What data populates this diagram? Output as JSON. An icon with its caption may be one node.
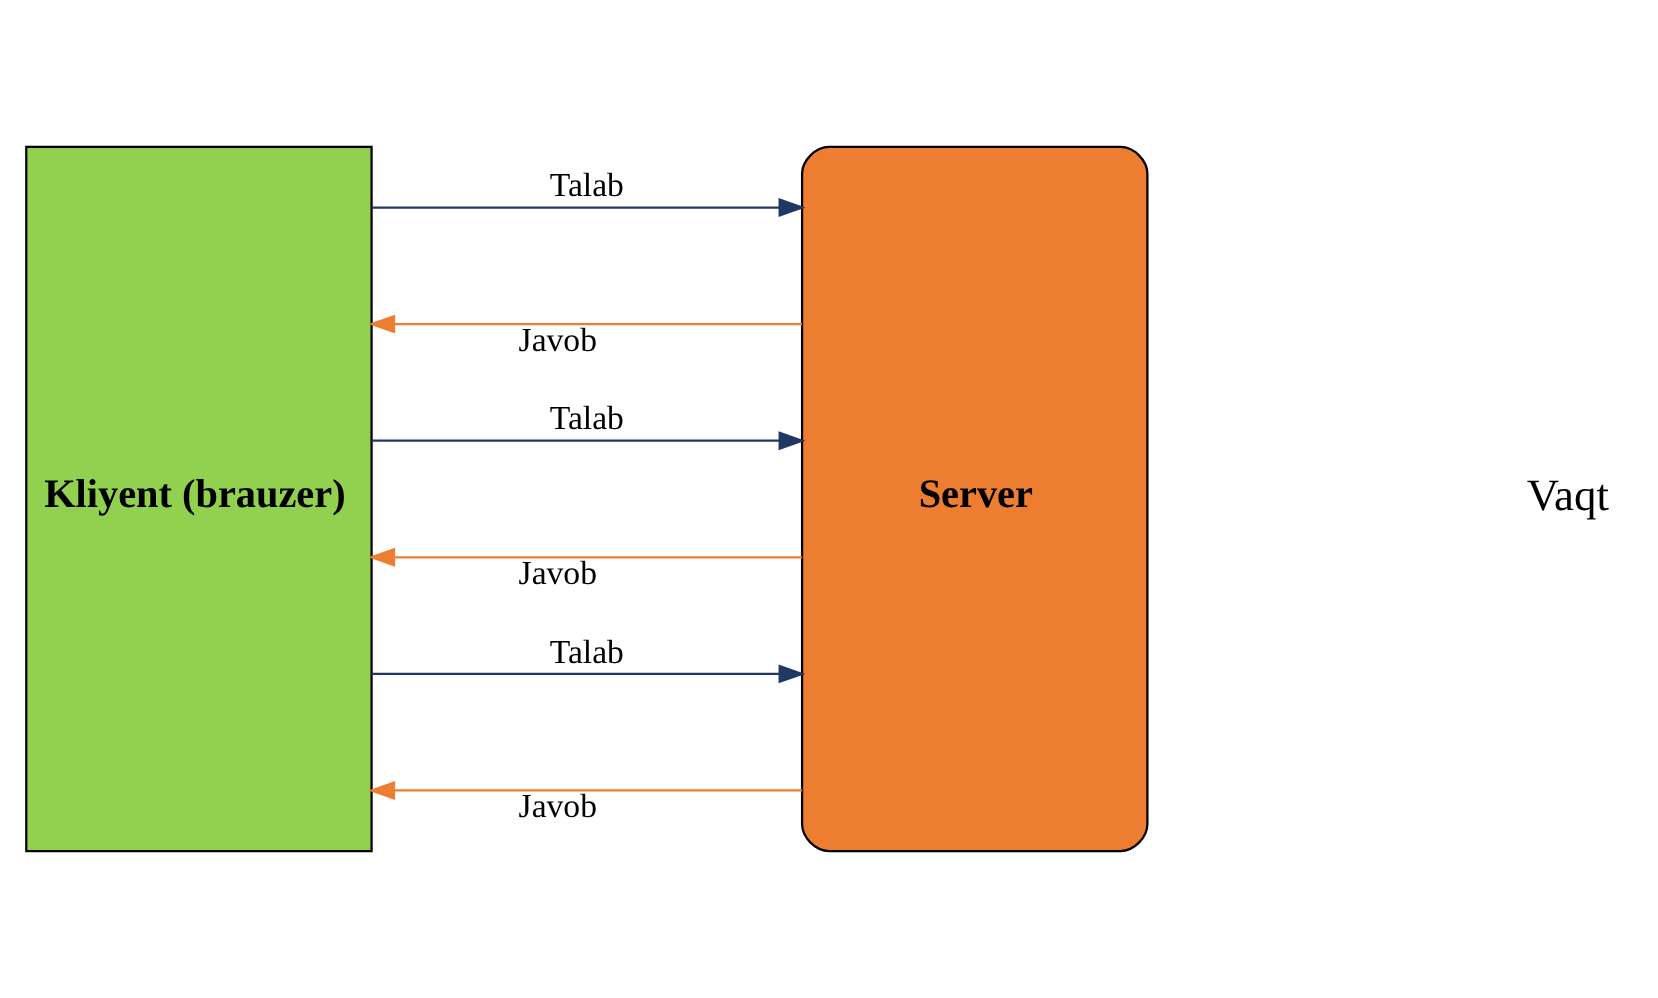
{
  "diagram": {
    "nodes": [
      {
        "text": [
          "Kliyent (brauzer)"
        ]
      },
      {
        "text": [
          "Server"
        ]
      }
    ],
    "edges": [
      {
        "from": 0,
        "to": 1,
        "arrow": "to",
        "label": "Talab",
        "color": "#1f3864"
      },
      {
        "from": 1,
        "to": 0,
        "arrow": "to",
        "label": "Javob",
        "color": "#ed7d31"
      },
      {
        "from": 0,
        "to": 1,
        "arrow": "to",
        "label": "Talab",
        "color": "#1f3864"
      },
      {
        "from": 1,
        "to": 0,
        "arrow": "to",
        "label": "Javob",
        "color": "#ed7d31"
      },
      {
        "from": 0,
        "to": 1,
        "arrow": "to",
        "label": "Talab",
        "color": "#1f3864"
      },
      {
        "from": 1,
        "to": 0,
        "arrow": "to",
        "label": "Javob",
        "color": "#ed7d31"
      }
    ],
    "labels": [
      "Vaqt"
    ]
  }
}
